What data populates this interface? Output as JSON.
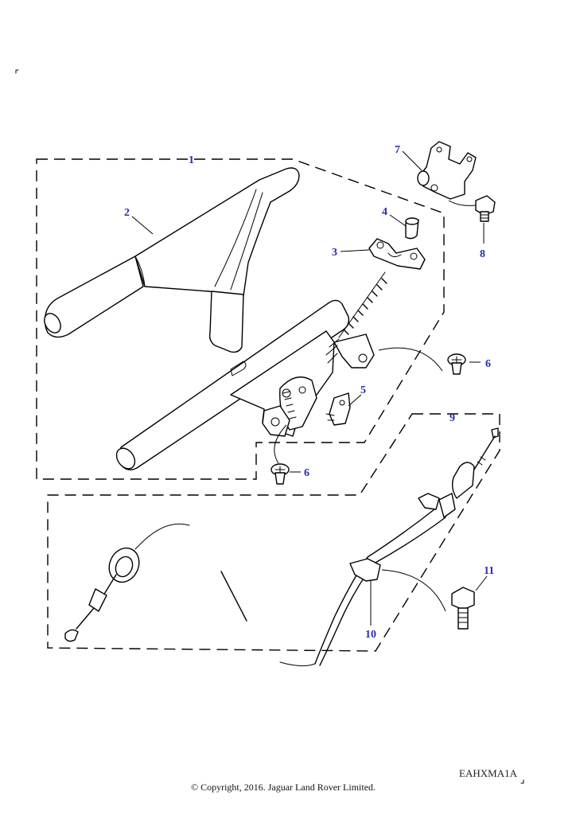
{
  "callouts": {
    "c1": "1",
    "c2": "2",
    "c3": "3",
    "c4": "4",
    "c5": "5",
    "c6a": "6",
    "c6b": "6",
    "c7": "7",
    "c8": "8",
    "c9": "9",
    "c10": "10",
    "c11": "11"
  },
  "diagram_ref": "EAHXMA1A",
  "copyright": "© Copyright, 2016. Jaguar Land Rover Limited.",
  "colors": {
    "callout": "#2a2ab8",
    "line": "#000000"
  }
}
